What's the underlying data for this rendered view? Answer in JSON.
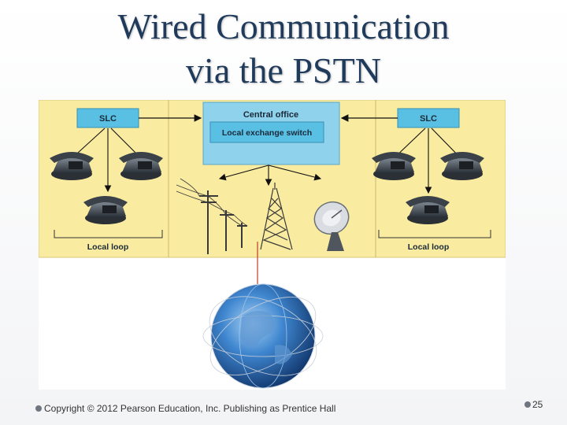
{
  "slide": {
    "title_line1": "Wired Communication",
    "title_line2": "via the PSTN"
  },
  "diagram": {
    "left_slc": "SLC",
    "right_slc": "SLC",
    "central_office": "Central office",
    "local_exchange_switch": "Local exchange switch",
    "left_local_loop": "Local loop",
    "right_local_loop": "Local loop"
  },
  "footer": {
    "copyright": "Copyright © 2012 Pearson Education, Inc. Publishing as Prentice Hall",
    "page_number": "25"
  },
  "colors": {
    "title": "#1f3a5a",
    "panel_fill": "#f9eb9f",
    "central_office_fill": "#8fd2ec",
    "slc_fill": "#59c0e4",
    "globe": "#2e6fb4"
  }
}
